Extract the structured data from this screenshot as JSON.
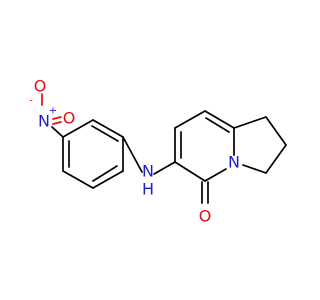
{
  "colors": {
    "bond": "#000000",
    "nitrogen": "#1d1dcc",
    "oxygen": "#e01010",
    "background": "#ffffff"
  },
  "atoms": {
    "nitro_o_top": "O",
    "nitro_o_top_charge": "-",
    "nitro_n": "N",
    "nitro_n_charge": "+",
    "nitro_o_right": "O",
    "amine_n": "N",
    "amine_h": "H",
    "ring_n": "N",
    "carbonyl_o": "O"
  }
}
